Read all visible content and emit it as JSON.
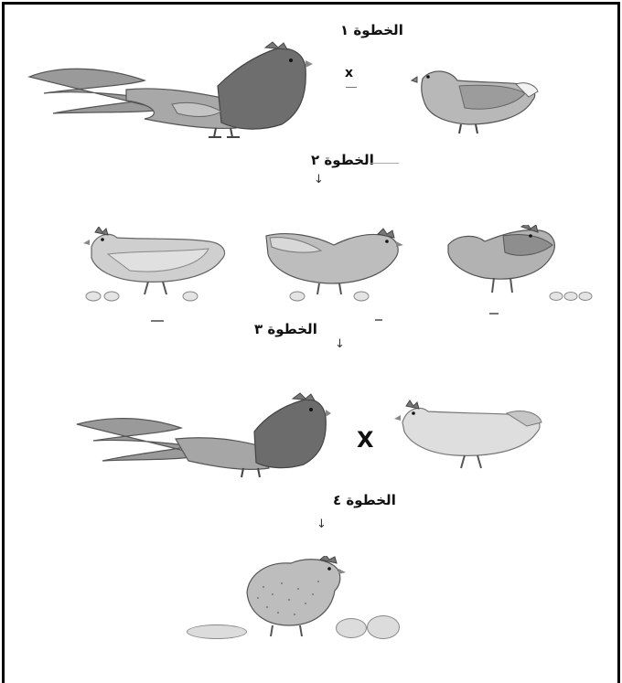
{
  "steps": {
    "step1": "الخطوة ١",
    "step2": "الخطوة ٢",
    "step3": "الخطوة ٣",
    "step4": "الخطوة ٤"
  },
  "cross_symbol_small": "x",
  "cross_symbol_large": "X",
  "arrow_symbol": "↓",
  "icons": [
    "rooster-icon",
    "hen-icon",
    "hen-with-eggs-icon",
    "chick-icon",
    "egg-icon",
    "arrow-down-icon"
  ]
}
